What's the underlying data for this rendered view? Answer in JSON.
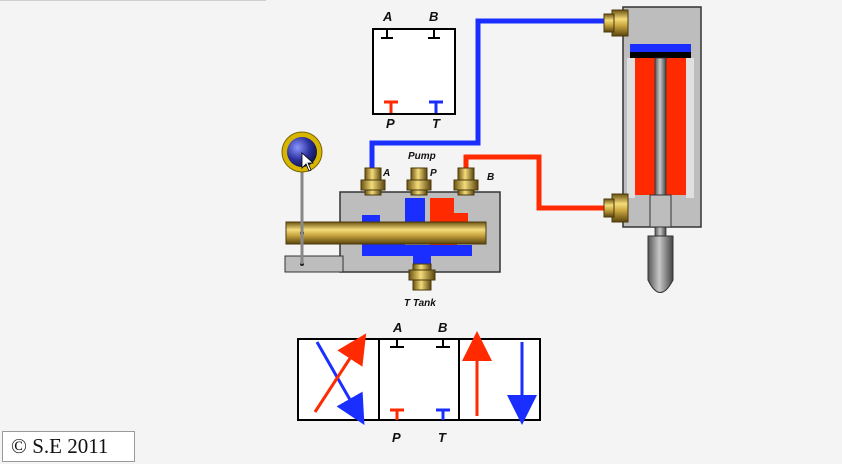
{
  "copyright": "© S.E 2011",
  "symbol_top": {
    "port_a": "A",
    "port_b": "B",
    "port_p": "P",
    "port_t": "T"
  },
  "valve_body": {
    "port_a": "A",
    "port_b": "B",
    "pump_label": "Pump",
    "pump_port": "P",
    "tank_label": "T Tank"
  },
  "symbol_bottom": {
    "port_a": "A",
    "port_b": "B",
    "port_p": "P",
    "port_t": "T"
  },
  "colors": {
    "pressure": "#ff2a00",
    "return": "#1a2fff",
    "body": "#bdbdbd",
    "brass": "#c9a640",
    "rod": "#8c8c8c"
  }
}
